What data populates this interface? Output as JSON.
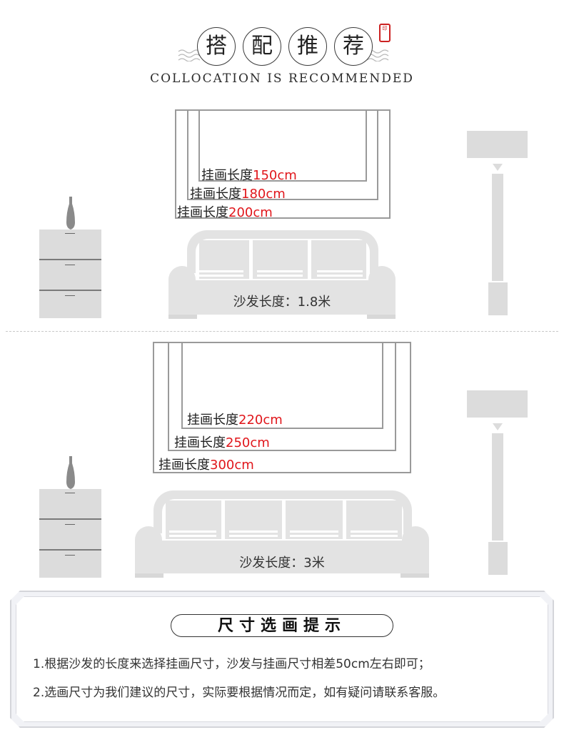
{
  "header": {
    "title_chars": [
      "搭",
      "配",
      "推",
      "荐"
    ],
    "seal_text": "印",
    "subtitle": "COLLOCATION IS RECOMMENDED"
  },
  "section1": {
    "frames": [
      {
        "prefix": "挂画长度",
        "size": "150cm"
      },
      {
        "prefix": "挂画长度",
        "size": "180cm"
      },
      {
        "prefix": "挂画长度",
        "size": "200cm"
      }
    ],
    "sofa_label": "沙发长度：1.8米"
  },
  "section2": {
    "frames": [
      {
        "prefix": "挂画长度",
        "size": "220cm"
      },
      {
        "prefix": "挂画长度",
        "size": "250cm"
      },
      {
        "prefix": "挂画长度",
        "size": "300cm"
      }
    ],
    "sofa_label": "沙发长度：3米"
  },
  "tips": {
    "title": "尺寸选画提示",
    "lines": [
      "1.根据沙发的长度来选择挂画尺寸，沙发与挂画尺寸相差50cm左右即可；",
      "2.选画尺寸为我们建议的尺寸，实际要根据情况而定，如有疑问请联系客服。"
    ]
  },
  "colors": {
    "accent_red": "#e0161b",
    "frame_gray": "#9a9a9a",
    "furniture_gray": "#e3e3e3"
  }
}
